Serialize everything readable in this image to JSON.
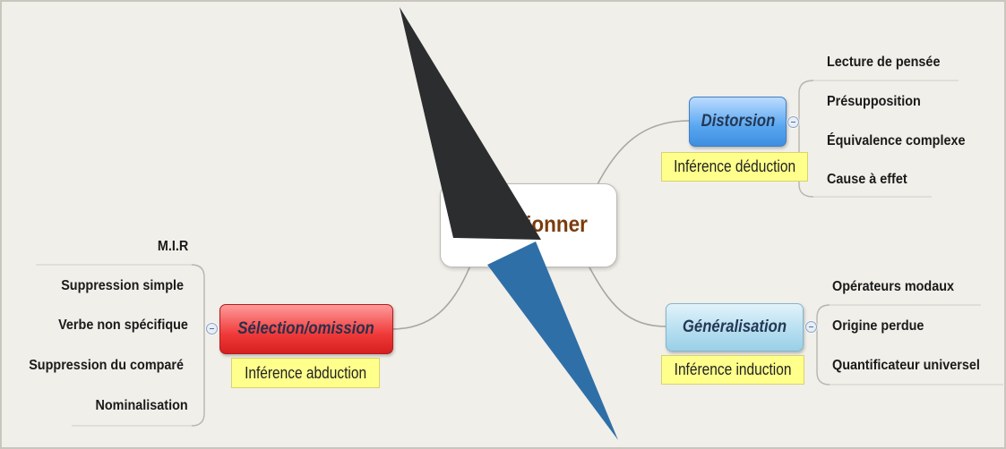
{
  "central": {
    "label": "Questionner"
  },
  "branches": {
    "distorsion": {
      "label": "Distorsion",
      "note": "Inférence déduction",
      "color": "#58a6f0",
      "children": [
        "Lecture de pensée",
        "Présupposition",
        "Équivalence complexe",
        "Cause à effet"
      ]
    },
    "generalisation": {
      "label": "Généralisation",
      "note": "Inférence induction",
      "color": "#b3ddef",
      "children": [
        "Opérateurs modaux",
        "Origine perdue",
        "Quantificateur universel"
      ]
    },
    "selection": {
      "label": "Sélection/omission",
      "note": "Inférence abduction",
      "color": "#f03a3a",
      "children": [
        "M.I.R",
        "Suppression simple",
        "Verbe non spécifique",
        "Suppression du comparé",
        "Nominalisation"
      ]
    }
  },
  "icons": [
    "collapse-toggle-icon",
    "compass-needle-icon"
  ],
  "colors": {
    "note": "#ffff8c",
    "central_text": "#7a3c0c",
    "needle_dark": "#2b2d2f",
    "needle_blue": "#2f6fa8"
  }
}
